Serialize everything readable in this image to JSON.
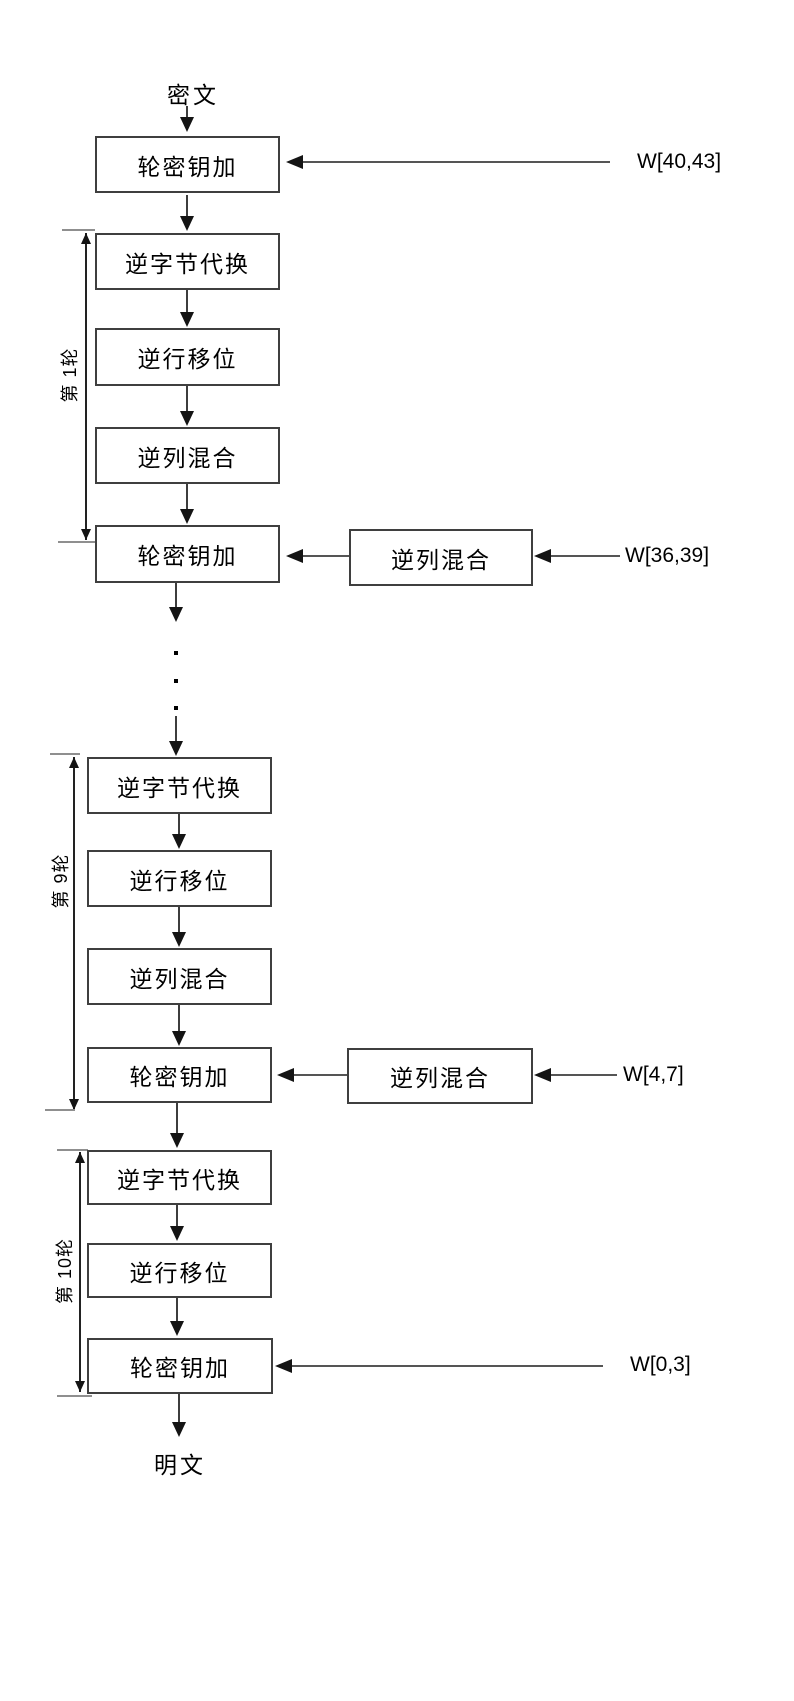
{
  "diagram": {
    "input_label": "密文",
    "output_label": "明文",
    "initial_round": {
      "box": "轮密钥加",
      "key": "W[40,43]"
    },
    "rounds": [
      {
        "name": "第 1轮",
        "steps": [
          "逆字节代换",
          "逆行移位",
          "逆列混合",
          "轮密钥加"
        ],
        "side_box": "逆列混合",
        "key": "W[36,39]"
      },
      {
        "name": "第 9轮",
        "steps": [
          "逆字节代换",
          "逆行移位",
          "逆列混合",
          "轮密钥加"
        ],
        "side_box": "逆列混合",
        "key": "W[4,7]"
      },
      {
        "name": "第 10轮",
        "steps": [
          "逆字节代换",
          "逆行移位",
          "轮密钥加"
        ],
        "key": "W[0,3]"
      }
    ],
    "colors": {
      "line": "#555555",
      "tick": "#8f8f8f",
      "box_border": "#3f3f3f"
    }
  }
}
